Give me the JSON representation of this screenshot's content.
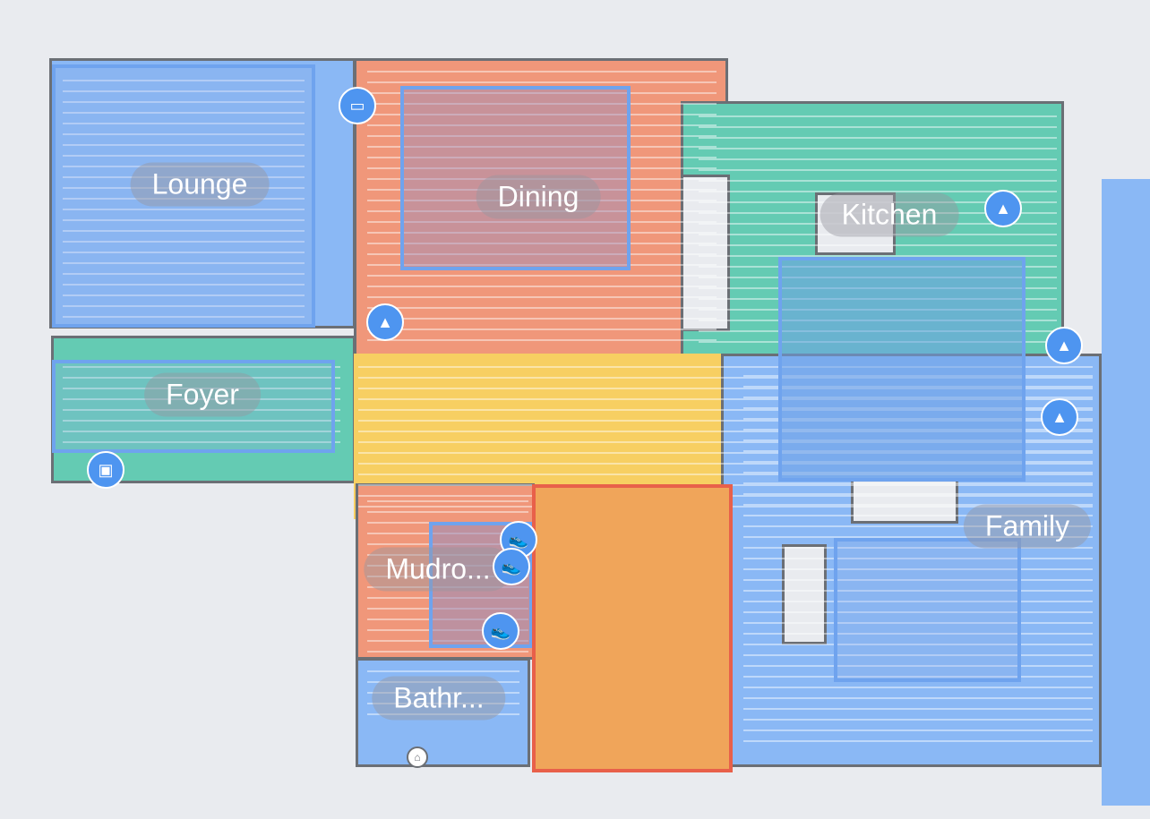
{
  "rooms": [
    {
      "name": "Lounge",
      "color": "#8ab8f5"
    },
    {
      "name": "Dining",
      "color": "#f0977a"
    },
    {
      "name": "Kitchen",
      "color": "#64cbb3"
    },
    {
      "name": "Foyer",
      "color": "#64cbb3"
    },
    {
      "name": "Family",
      "color": "#8ab8f5"
    },
    {
      "name": "Mudro...",
      "color": "#f0977a"
    },
    {
      "name": "Bathr...",
      "color": "#8ab8f5"
    }
  ],
  "icons": [
    "power-strip",
    "cone",
    "cone",
    "cone",
    "cone",
    "scale",
    "shoe",
    "shoe",
    "shoe",
    "dock"
  ],
  "colors": {
    "nogo_fill": "#f0a55a",
    "nogo_border": "#e8604a",
    "zone_border": "#6fa3ee"
  }
}
